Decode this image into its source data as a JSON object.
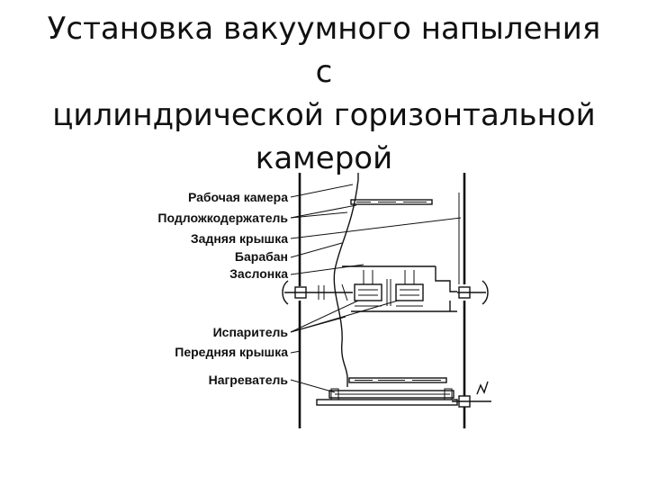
{
  "title": {
    "line1": "Установка вакуумного напыления с",
    "line2": "цилиндрической горизонтальной",
    "line3": "камерой"
  },
  "labels": {
    "chamber": "Рабочая камера",
    "substrate_holder": "Подложкодержатель",
    "back_cover": "Задняя крышка",
    "drum": "Барабан",
    "shutter": "Заслонка",
    "evaporator": "Испаритель",
    "front_cover": "Передняя крышка",
    "heater": "Нагреватель"
  }
}
